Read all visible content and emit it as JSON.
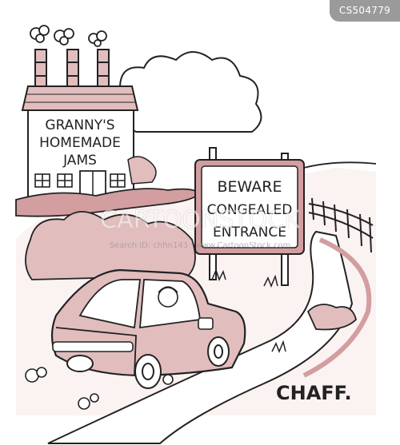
{
  "badge": {
    "code": "CS504779"
  },
  "factory_sign": {
    "line1": "GRANNY'S",
    "line2": "HOMEMADE",
    "line3": "JAMS"
  },
  "road_sign": {
    "line1": "BEWARE",
    "line2": "CONGEALED",
    "line3": "ENTRANCE"
  },
  "watermark": {
    "text": "CARTOONSTOCK",
    "subtext": "Search ID: chhn143 · www.CartoonStock.com"
  },
  "signature": {
    "text": "CHAFF."
  },
  "colors": {
    "jam": "#e2bdbe",
    "jam_dark": "#d29ea0",
    "ink": "#222222",
    "badge": "#9a9a9a"
  }
}
